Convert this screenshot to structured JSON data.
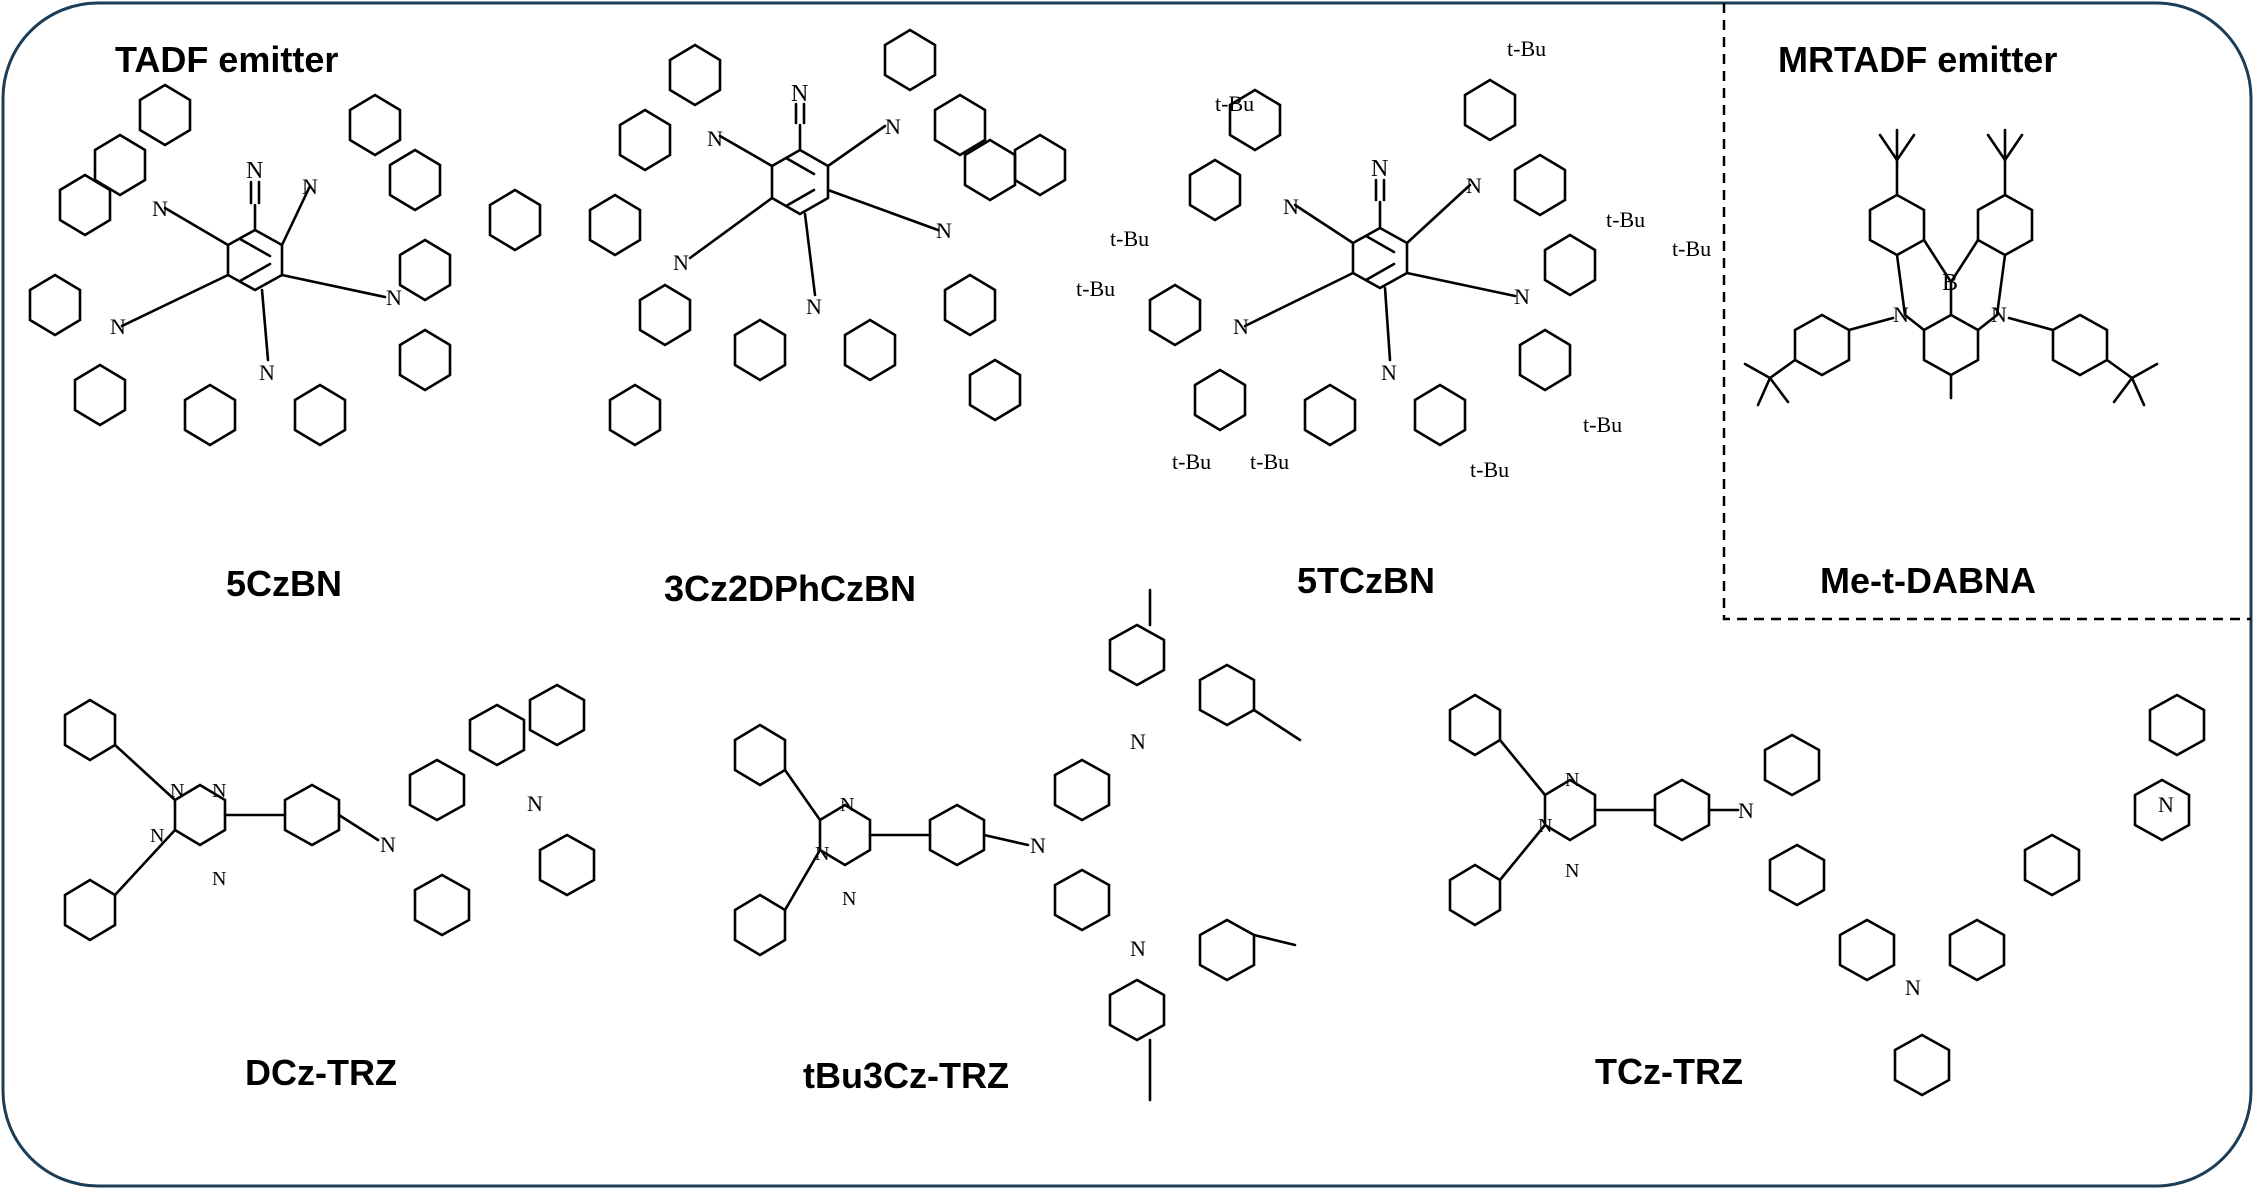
{
  "sections": {
    "tadf": "TADF emitter",
    "mrtadf": "MRTADF emitter"
  },
  "atoms": {
    "n": "N",
    "b": "B",
    "cn": "N",
    "tbu": "t-Bu"
  },
  "molecules": {
    "m5czbn": "5CzBN",
    "m3cz2dphczbn": "3Cz2DPhCzBN",
    "m5tczbn": "5TCzBN",
    "mmetdabna": "Me-t-DABNA",
    "mdcztrz": "DCz-TRZ",
    "mtbu3cztrz": "tBu3Cz-TRZ",
    "mtcztrz": "TCz-TRZ"
  },
  "colors": {
    "frame": "#1b3d57",
    "ink": "#000000",
    "background": "#ffffff"
  }
}
